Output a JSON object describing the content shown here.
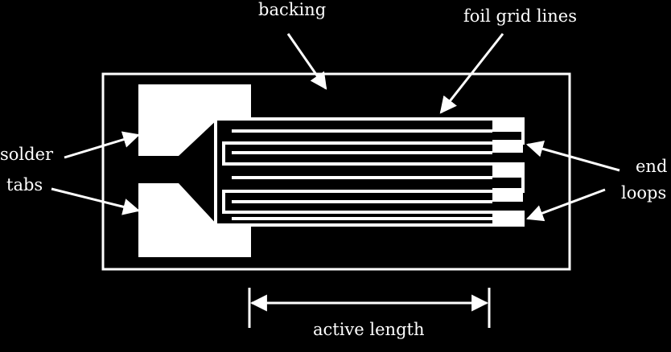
{
  "colors": {
    "background": "#000000",
    "foreground": "#ffffff"
  },
  "labels": {
    "backing": "backing",
    "foil_grid_lines": "foil grid lines",
    "solder_line1": "solder",
    "solder_line2": "tabs",
    "end_line1": "end",
    "end_line2": "loops",
    "active_length": "active length"
  }
}
